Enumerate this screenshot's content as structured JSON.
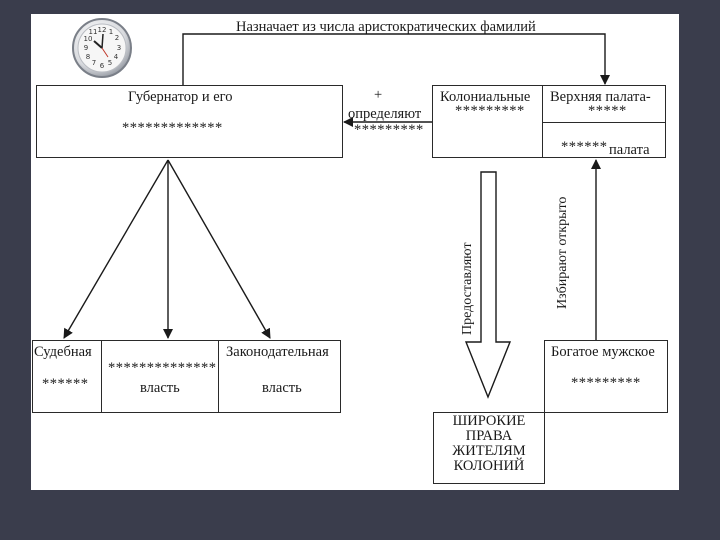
{
  "top_label": "Назначает из числа аристократических фамилий",
  "governor": {
    "title": "Губернатор и его",
    "stars": "*************"
  },
  "middle": {
    "plus": "+",
    "verb": "определяют",
    "stars": "*********"
  },
  "colonial": {
    "title": "Колониальные",
    "stars": "*********"
  },
  "upper": {
    "title": "Верхняя палата-",
    "stars": "*****"
  },
  "lower": {
    "stars": "******",
    "title": "палата"
  },
  "branches": {
    "judicial": {
      "title": "Судебная",
      "stars": "******"
    },
    "executive": {
      "stars": "**************",
      "word": "власть"
    },
    "legislative": {
      "title": "Законодательная",
      "word": "власть"
    }
  },
  "provide_label": "Предоставляют",
  "elect_label": "Избирают открыто",
  "rich": {
    "title": "Богатое мужское",
    "stars": "*********"
  },
  "rights": [
    "ШИРОКИЕ",
    "ПРАВА",
    "ЖИТЕЛЯМ",
    "КОЛОНИЙ"
  ]
}
